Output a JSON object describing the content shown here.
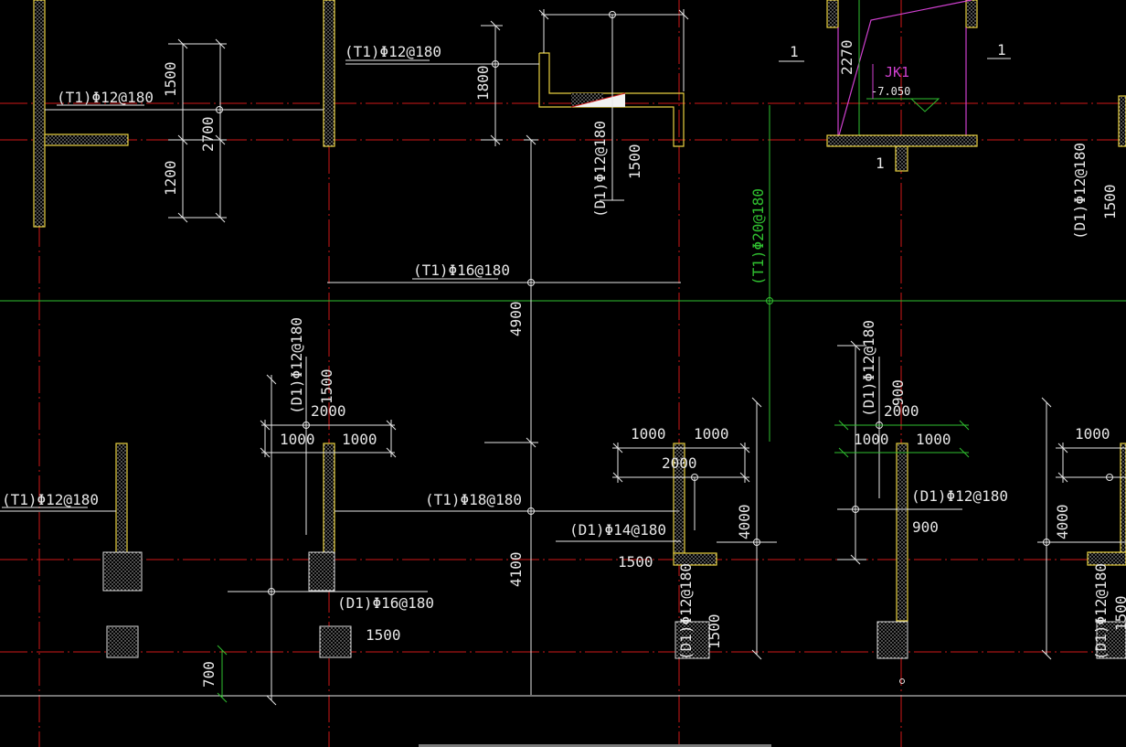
{
  "colors": {
    "background": "#000000",
    "axis_red": "#d01818",
    "axis_green": "#30c030",
    "dim_white": "#e6e6e6",
    "wall_yellow": "#e8d040",
    "section_magenta": "#d040d0"
  },
  "labels": {
    "t1_12_a": "(T1)Φ12@180",
    "t1_12_b": "(T1)Φ12@180",
    "t1_12_c": "(T1)Φ12@180",
    "t1_16": "(T1)Φ16@180",
    "t1_18": "(T1)Φ18@180",
    "t1_20": "(T1)Φ20@180",
    "d1_12_a": "(D1)Φ12@180",
    "d1_12_b": "(D1)Φ12@180",
    "d1_12_c": "(D1)Φ12@180",
    "d1_12_d": "(D1)Φ12@180",
    "d1_12_e": "(D1)Φ12@180",
    "d1_12_f": "(D1)Φ12@180",
    "d1_12_g": "(D1)Φ12@180",
    "d1_14": "(D1)Φ14@180",
    "d1_16": "(D1)Φ16@180",
    "jk1": "JK1",
    "elev": "-7.050",
    "sec_1a": "1",
    "sec_1b": "1",
    "sec_1c": "1"
  },
  "dims": {
    "d1500_a": "1500",
    "d2700": "2700",
    "d1200": "1200",
    "d1800": "1800",
    "d1500_b": "1500",
    "d2270": "2270",
    "d1500_c": "1500",
    "d4900": "4900",
    "d1500_d": "1500",
    "d2000_a": "2000",
    "d1000_a": "1000",
    "d1000_b": "1000",
    "d1500_e": "1500",
    "d4100": "4100",
    "d700": "700",
    "d1000_c": "1000",
    "d1000_d": "1000",
    "d2000_b": "2000",
    "d1500_f": "1500",
    "d4000_a": "4000",
    "d1500_g": "1500",
    "d900_a": "900",
    "d2000_c": "2000",
    "d1000_e": "1000",
    "d1000_f": "1000",
    "d900_b": "900",
    "d1000_g": "1000",
    "d4000_b": "4000",
    "d1500_h": "1500"
  }
}
